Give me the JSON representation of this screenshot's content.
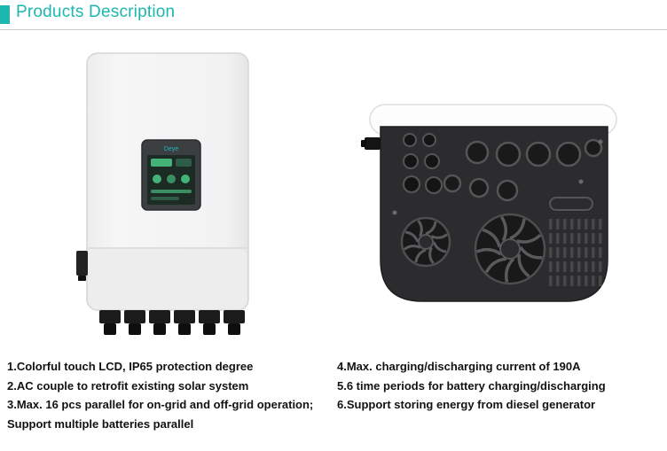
{
  "header": {
    "title": "Products Description",
    "accent_color": "#1cb8b0"
  },
  "product": {
    "brand_logo": "Deye",
    "front_view_label": "inverter-front-view",
    "bottom_view_label": "inverter-bottom-view"
  },
  "features": {
    "left": [
      "1.Colorful touch LCD, IP65 protection degree",
      "2.AC couple to retrofit existing solar system",
      "3.Max. 16 pcs parallel for on-grid and off-grid operation;",
      "Support multiple batteries parallel"
    ],
    "right": [
      "4.Max. charging/discharging current of 190A",
      "5.6 time periods for battery charging/discharging",
      "6.Support storing energy from diesel generator"
    ]
  }
}
